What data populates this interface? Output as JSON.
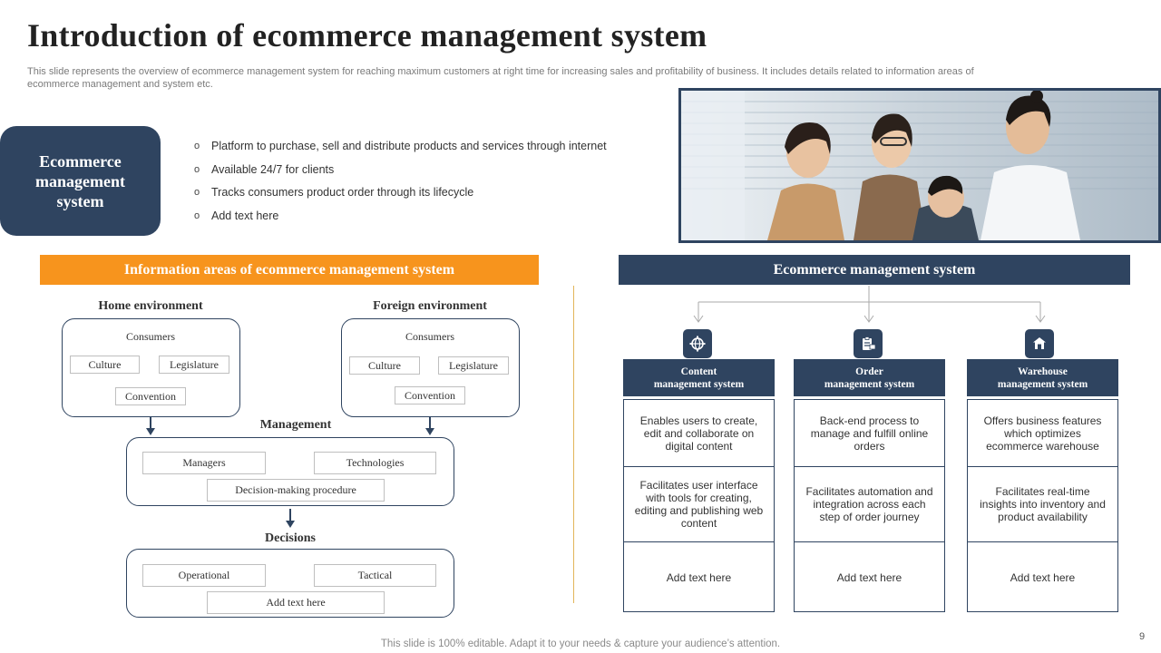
{
  "title": "Introduction  of  ecommerce  management  system",
  "subtitle": "This slide represents the overview of ecommerce management system for reaching maximum customers at right time for increasing sales and profitability of business. It includes details related to information areas of ecommerce management and system etc.",
  "ecommerce_box": {
    "line1": "Ecommerce",
    "line2": "management",
    "line3": "system"
  },
  "bullets": [
    "Platform to purchase,  sell and  distribute products  and  services  through  internet",
    "Available 24/7 for clients",
    "Tracks  consumers product  order  through  its lifecycle",
    "Add text here"
  ],
  "bullet_symbol": "o",
  "info_areas": {
    "header": "Information  areas of ecommerce management system",
    "home": {
      "label": "Home environment",
      "consumers": "Consumers",
      "culture": "Culture",
      "legislature": "Legislature",
      "convention": "Convention"
    },
    "foreign": {
      "label": "Foreign environment",
      "consumers": "Consumers",
      "culture": "Culture",
      "legislature": "Legislature",
      "convention": "Convention"
    },
    "management": {
      "label": "Management",
      "managers": "Managers",
      "technologies": "Technologies",
      "decision": "Decision-making  procedure"
    },
    "decisions": {
      "label": "Decisions",
      "operational": "Operational",
      "tactical": "Tactical",
      "add": "Add text  here"
    }
  },
  "ems": {
    "header": "Ecommerce management system",
    "columns": [
      {
        "icon": "globe-gear-icon",
        "title1": "Content",
        "title2": "management system",
        "cells": [
          "Enables users to create, edit and collaborate on digital content",
          "Facilitates user interface with tools for creating, editing and publishing web content",
          "Add text here"
        ]
      },
      {
        "icon": "order-clipboard-icon",
        "title1": "Order",
        "title2": "management system",
        "cells": [
          "Back-end process to manage and fulfill online orders",
          "Facilitates automation and integration across each step of order journey",
          "Add text here"
        ]
      },
      {
        "icon": "warehouse-icon",
        "title1": "Warehouse",
        "title2": "management system",
        "cells": [
          "Offers business features which optimizes ecommerce warehouse",
          "Facilitates real-time insights into inventory and product availability",
          "Add text here"
        ]
      }
    ]
  },
  "footer": "This slide is 100% editable. Adapt it to your needs & capture your audience’s attention.",
  "page_number": "9",
  "colors": {
    "navy": "#2f4460",
    "orange": "#f7941d",
    "divider": "#e2b55a"
  }
}
